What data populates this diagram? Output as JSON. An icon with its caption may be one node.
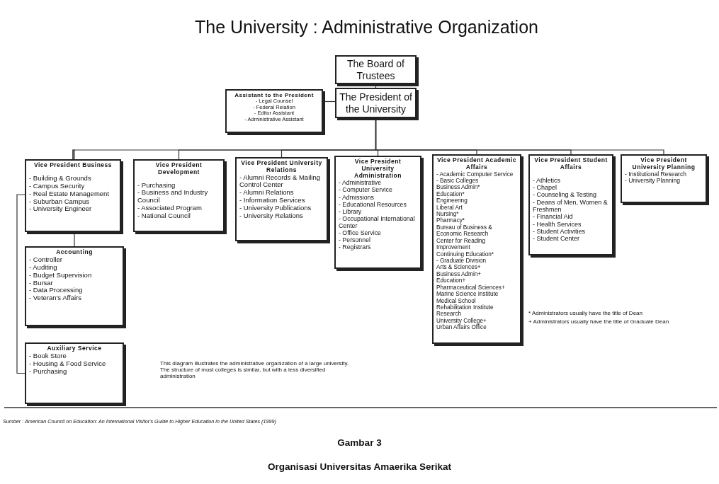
{
  "diagram": {
    "title": "The University : Administrative Organization",
    "caption": "Gambar 3",
    "nodes": [
      {
        "text": [
          "The Board of Trustees"
        ]
      },
      {
        "text": [
          "The President of the University"
        ]
      },
      {
        "text": [
          "Assistant to the President",
          "- Legal Counsel",
          "- Federal Relation",
          "- Editor Assistant",
          "- Administrative Assistant"
        ]
      },
      {
        "text": [
          "Vice President Business",
          "- Building & Grounds",
          "- Campus Security",
          "- Real Estate Management",
          "- Suburban Campus",
          "- University Engineer"
        ]
      },
      {
        "text": [
          "Vice President Development",
          "- Purchasing",
          "- Business and Industry Council",
          "- Associated Program",
          "- National Council"
        ]
      },
      {
        "text": [
          "Vice President University Relations",
          "- Alumni Records & Mailing Control Center",
          "- Alumni Relations",
          "- Information Services",
          "- University Publications",
          "- University Relations"
        ]
      },
      {
        "text": [
          "Vice President University Administration",
          "- Administrative",
          "- Computer Service",
          "- Admissions",
          "- Educational Resources",
          "- Library",
          "- Occupational International Center",
          "- Office Service",
          "- Personnel",
          "- Registrars"
        ]
      },
      {
        "text": [
          "Vice President Academic Affairs",
          "- Academic Computer Service",
          "- Basic Colleges",
          "Business Admin*",
          "Education*",
          "Engineering",
          "Liberal Art",
          "Nursing*",
          "Pharmacy*",
          "Bureau of Business & Economic Research",
          "Center for Reading Improvement",
          "Continuing Education*",
          "- Graduate Division",
          "Arts & Sciences+",
          "Business Admin+",
          "Education+",
          "Pharmaceutical Sciences+",
          "Marine Science Institute",
          "Medical School",
          "Rehabilitation Institute Research",
          "University College+",
          "Urban Affairs Office"
        ]
      },
      {
        "text": [
          "Vice President Student Affairs",
          "- Athletics",
          "- Chapel",
          "- Counseling & Testing",
          "- Deans of Men, Women & Freshmen",
          "- Financial Aid",
          "- Health Services",
          "- Student Activities",
          "- Student Center"
        ]
      },
      {
        "text": [
          "Vice President University Planning",
          "- Institutional Research",
          "- University Planning"
        ]
      },
      {
        "text": [
          "Accounting",
          "- Controller",
          "- Auditing",
          "- Budget Supervision",
          "- Bursar",
          "- Data Processing",
          "- Veteran's Affairs"
        ]
      },
      {
        "text": [
          "Auxiliary Service",
          "- Book Store",
          "- Housing & Food Service",
          "- Purchasing"
        ]
      }
    ],
    "edges": [
      {
        "from": 0,
        "to": 1,
        "arrow": "none"
      },
      {
        "from": 1,
        "to": 2,
        "arrow": "none"
      },
      {
        "from": 1,
        "to": 3,
        "arrow": "none"
      },
      {
        "from": 1,
        "to": 4,
        "arrow": "none"
      },
      {
        "from": 1,
        "to": 5,
        "arrow": "none"
      },
      {
        "from": 1,
        "to": 6,
        "arrow": "none"
      },
      {
        "from": 1,
        "to": 7,
        "arrow": "none"
      },
      {
        "from": 1,
        "to": 8,
        "arrow": "none"
      },
      {
        "from": 1,
        "to": 9,
        "arrow": "none"
      },
      {
        "from": 3,
        "to": 10,
        "arrow": "none"
      },
      {
        "from": 3,
        "to": 11,
        "arrow": "none"
      }
    ],
    "labels": [
      "* Administrators usually have the title of Dean",
      "+ Administrators usually have the title of Graduate Dean",
      "This diagram illustrates the administrative organization of a large university. The structure of most colleges is similar, but with a less diversified administration",
      "Sumber : American Council on Education: An International Visitor's Guide to Higher Education in the United States (1999)",
      "Organisasi Universitas Amaerika Serikat"
    ]
  }
}
